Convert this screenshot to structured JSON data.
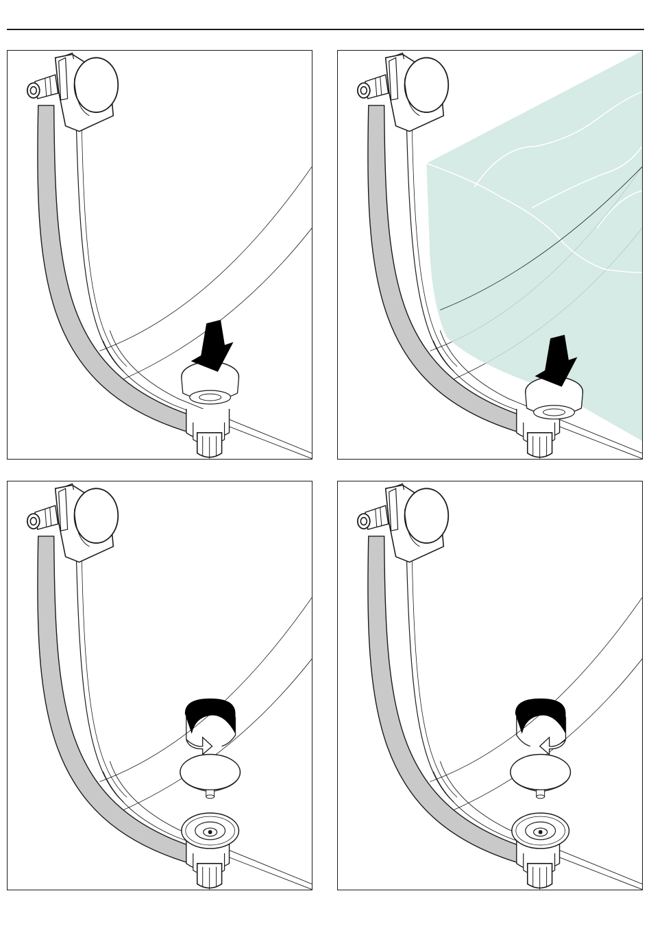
{
  "figure": {
    "panels": [
      {
        "id": "p1",
        "water": false,
        "action": "press"
      },
      {
        "id": "p2",
        "water": true,
        "action": "press"
      },
      {
        "id": "p3",
        "water": false,
        "action": "rotate-counterclockwise"
      },
      {
        "id": "p4",
        "water": false,
        "action": "rotate-clockwise"
      }
    ],
    "colors": {
      "line": "#1a1a1a",
      "hose": "#c9c9c9",
      "water": "#cfe6e2",
      "arrow": "#000000"
    }
  }
}
